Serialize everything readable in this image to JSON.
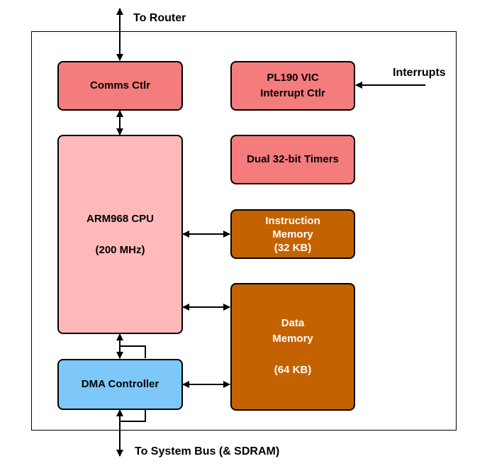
{
  "colors": {
    "red_block": "#f47c7c",
    "pink_block": "#ffb9b9",
    "brown_block": "#c46200",
    "blue_block": "#7dc8f9",
    "line": "#000000"
  },
  "labels": {
    "to_router": "To Router",
    "interrupts": "Interrupts",
    "to_system_bus": "To System Bus (& SDRAM)"
  },
  "blocks": {
    "comms": {
      "line1": "Comms Ctlr"
    },
    "vic": {
      "line1": "PL190 VIC",
      "line2": "Interrupt Ctlr"
    },
    "timers": {
      "line1": "Dual 32-bit Timers"
    },
    "cpu": {
      "line1": "ARM968 CPU",
      "line2": "(200 MHz)"
    },
    "imem": {
      "line1": "Instruction",
      "line2": "Memory",
      "line3": "(32 KB)"
    },
    "dmem": {
      "line1": "Data",
      "line2": "Memory",
      "line3": "(64 KB)"
    },
    "dma": {
      "line1": "DMA Controller"
    }
  }
}
